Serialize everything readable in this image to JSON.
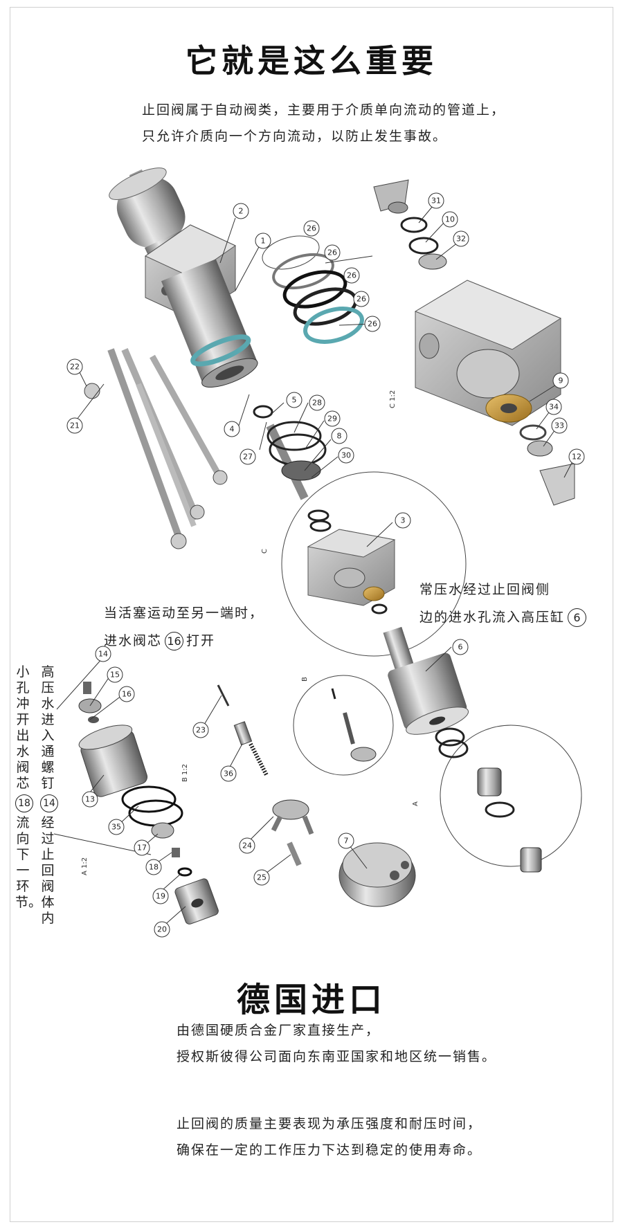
{
  "title1": "它就是这么重要",
  "intro": [
    "止回阀属于自动阀类，主要用于介质单向流动的管道上，",
    "只允许介质向一个方向流动，以防止发生事故。"
  ],
  "ann_right": {
    "line1": "常压水经过止回阀侧",
    "line2": "边的进水孔流入高压缸",
    "ref": "6"
  },
  "ann_mid": {
    "line1": "当活塞运动至另一端时，",
    "line2_pre": "进水阀芯",
    "ref": "16",
    "line2_post": "打开"
  },
  "ann_vertical": {
    "col1": "高压水进入通螺钉",
    "col1_ref": "14",
    "col1_post": "经过止回阀体内",
    "col2": "小孔冲开出水阀芯",
    "col2_ref": "18",
    "col2_post": "流向下一环节。"
  },
  "title2": "德国进口",
  "para2": [
    "由德国硬质合金厂家直接生产，",
    "授权斯彼得公司面向东南亚国家和地区统一销售。"
  ],
  "para3": [
    "止回阀的质量主要表现为承压强度和耐压时间，",
    "确保在一定的工作压力下达到稳定的使用寿命。"
  ],
  "detail_labels": {
    "c": "C",
    "b": "B",
    "a": "A"
  },
  "scale_labels": {
    "c": "C 1:2",
    "b": "B 1:2",
    "a": "A 1:2"
  },
  "part_numbers": [
    "2",
    "1",
    "26",
    "26",
    "26",
    "26",
    "26",
    "31",
    "10",
    "32",
    "9",
    "34",
    "33",
    "12",
    "22",
    "21",
    "4",
    "27",
    "5",
    "28",
    "29",
    "8",
    "30",
    "3",
    "6",
    "14",
    "15",
    "16",
    "13",
    "35",
    "17",
    "18",
    "19",
    "20",
    "23",
    "36",
    "24",
    "25",
    "7"
  ],
  "colors": {
    "text": "#222222",
    "metal": "#b8b8b8",
    "dark_metal": "#7a7a7a",
    "brass": "#c89a3a",
    "teal_ring": "#5aa8b0"
  }
}
